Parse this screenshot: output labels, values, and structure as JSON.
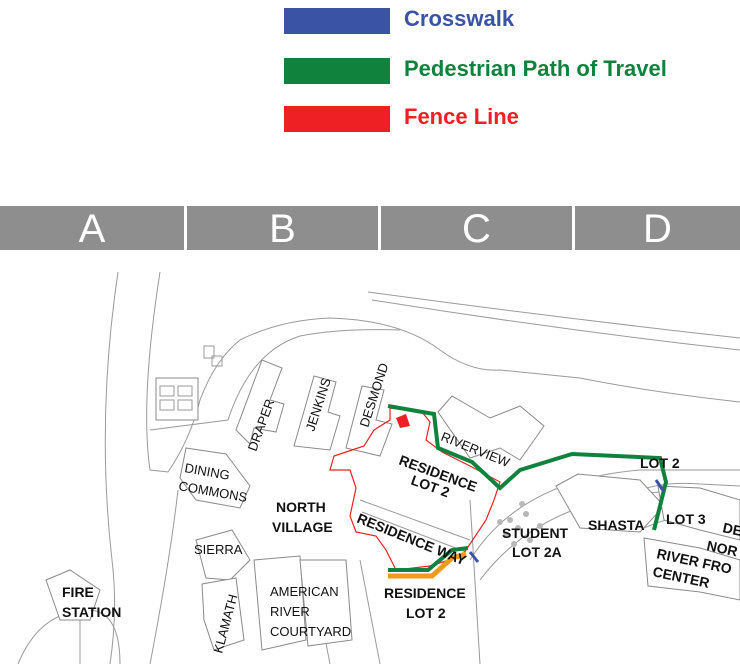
{
  "legend": [
    {
      "label": "Crosswalk",
      "color": "#3a53a4"
    },
    {
      "label": "Pedestrian Path of Travel",
      "color": "#10823e"
    },
    {
      "label": "Fence Line",
      "color": "#ee2024"
    }
  ],
  "grid_columns": [
    "A",
    "B",
    "C",
    "D"
  ],
  "map_labels": {
    "fire_station_1": "FIRE",
    "fire_station_2": "STATION",
    "dining_commons_1": "DINING",
    "dining_commons_2": "COMMONS",
    "draper": "DRAPER",
    "jenkins": "JENKINS",
    "desmond": "DESMOND",
    "riverview": "RIVERVIEW",
    "residence_lot_2_top_1": "RESIDENCE",
    "residence_lot_2_top_2": "LOT 2",
    "north_village_1": "NORTH",
    "north_village_2": "VILLAGE",
    "residence_way": "RESIDENCE WAY",
    "sierra": "SIERRA",
    "klamath": "KLAMATH",
    "american_river_courtyard_1": "AMERICAN",
    "american_river_courtyard_2": "RIVER",
    "american_river_courtyard_3": "COURTYARD",
    "residence_lot_2_bottom_1": "RESIDENCE",
    "residence_lot_2_bottom_2": "LOT 2",
    "student_lot_2a_1": "STUDENT",
    "student_lot_2a_2": "LOT 2A",
    "shasta": "SHASTA",
    "lot_2": "LOT 2",
    "lot_3": "LOT 3",
    "de_partial_1": "DE",
    "de_partial_2": "NOR",
    "river_front_center_1": "RIVER FRO",
    "river_front_center_2": "CENTER"
  }
}
